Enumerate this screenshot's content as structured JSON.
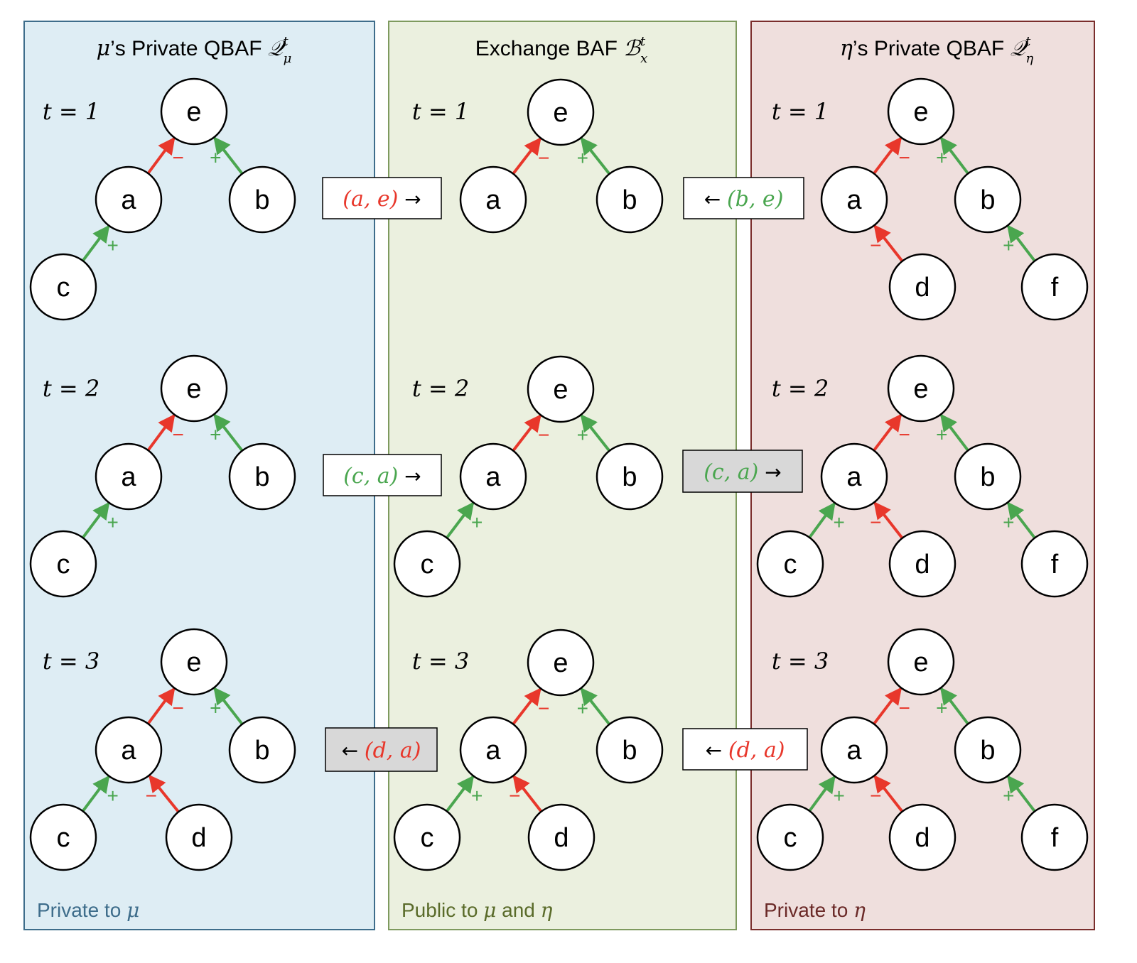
{
  "panels": [
    {
      "id": "mu",
      "title_prefix": "μ",
      "title_text": "’s Private QBAF ",
      "title_symbol": "𝒬",
      "title_sup": "t",
      "title_sub": "μ",
      "footer_text": "Private to ",
      "footer_symbol": "μ",
      "colors": {
        "fill": "#deedf4",
        "border": "#3e6d8b",
        "footer": "#3e6d8b"
      }
    },
    {
      "id": "exchange",
      "title_prefix": "",
      "title_text": "Exchange BAF ",
      "title_symbol": "ℬ",
      "title_sup": "t",
      "title_sub": "x",
      "footer_text": "Public to ",
      "footer_symbol": "μ",
      "footer_text2": " and ",
      "footer_symbol2": "η",
      "colors": {
        "fill": "#ebf0df",
        "border": "#7e9a5e",
        "footer": "#5a6b2a"
      }
    },
    {
      "id": "eta",
      "title_prefix": "η",
      "title_text": "’s Private QBAF ",
      "title_symbol": "𝒬",
      "title_sup": "t",
      "title_sub": "η",
      "footer_text": "Private to ",
      "footer_symbol": "η",
      "colors": {
        "fill": "#efdfdd",
        "border": "#7a2d2b",
        "footer": "#6b2a28"
      }
    }
  ],
  "steps": [
    "t = 1",
    "t = 2",
    "t = 3"
  ],
  "nodes": [
    "e",
    "a",
    "b",
    "c",
    "d",
    "f"
  ],
  "edge_colors": {
    "attack": "#e8372b",
    "support": "#4aa64f"
  },
  "signs": {
    "attack": "−",
    "support": "+"
  },
  "graphs": [
    [
      {
        "nodes": [
          "e",
          "a",
          "b",
          "c"
        ],
        "edges": [
          [
            "a",
            "e",
            "attack"
          ],
          [
            "b",
            "e",
            "support"
          ],
          [
            "c",
            "a",
            "support"
          ]
        ]
      },
      {
        "nodes": [
          "e",
          "a",
          "b"
        ],
        "edges": [
          [
            "a",
            "e",
            "attack"
          ],
          [
            "b",
            "e",
            "support"
          ]
        ]
      },
      {
        "nodes": [
          "e",
          "a",
          "b",
          "d",
          "f"
        ],
        "edges": [
          [
            "a",
            "e",
            "attack"
          ],
          [
            "b",
            "e",
            "support"
          ],
          [
            "d",
            "a",
            "attack"
          ],
          [
            "f",
            "b",
            "support"
          ]
        ]
      }
    ],
    [
      {
        "nodes": [
          "e",
          "a",
          "b",
          "c"
        ],
        "edges": [
          [
            "a",
            "e",
            "attack"
          ],
          [
            "b",
            "e",
            "support"
          ],
          [
            "c",
            "a",
            "support"
          ]
        ]
      },
      {
        "nodes": [
          "e",
          "a",
          "b",
          "c"
        ],
        "edges": [
          [
            "a",
            "e",
            "attack"
          ],
          [
            "b",
            "e",
            "support"
          ],
          [
            "c",
            "a",
            "support"
          ]
        ]
      },
      {
        "nodes": [
          "e",
          "a",
          "b",
          "c",
          "d",
          "f"
        ],
        "edges": [
          [
            "a",
            "e",
            "attack"
          ],
          [
            "b",
            "e",
            "support"
          ],
          [
            "c",
            "a",
            "support"
          ],
          [
            "d",
            "a",
            "attack"
          ],
          [
            "f",
            "b",
            "support"
          ]
        ]
      }
    ],
    [
      {
        "nodes": [
          "e",
          "a",
          "b",
          "c",
          "d"
        ],
        "edges": [
          [
            "a",
            "e",
            "attack"
          ],
          [
            "b",
            "e",
            "support"
          ],
          [
            "c",
            "a",
            "support"
          ],
          [
            "d",
            "a",
            "attack"
          ]
        ]
      },
      {
        "nodes": [
          "e",
          "a",
          "b",
          "c",
          "d"
        ],
        "edges": [
          [
            "a",
            "e",
            "attack"
          ],
          [
            "b",
            "e",
            "support"
          ],
          [
            "c",
            "a",
            "support"
          ],
          [
            "d",
            "a",
            "attack"
          ]
        ]
      },
      {
        "nodes": [
          "e",
          "a",
          "b",
          "c",
          "d",
          "f"
        ],
        "edges": [
          [
            "a",
            "e",
            "attack"
          ],
          [
            "b",
            "e",
            "support"
          ],
          [
            "c",
            "a",
            "support"
          ],
          [
            "d",
            "a",
            "attack"
          ],
          [
            "f",
            "b",
            "support"
          ]
        ]
      }
    ]
  ],
  "messages": [
    [
      {
        "text": "(a, e)",
        "arrow": "→",
        "arrow_side": "right",
        "kind": "attack",
        "shaded": false
      },
      {
        "text": "(b, e)",
        "arrow": "←",
        "arrow_side": "left",
        "kind": "support",
        "shaded": false
      }
    ],
    [
      {
        "text": "(c, a)",
        "arrow": "→",
        "arrow_side": "right",
        "kind": "support",
        "shaded": false
      },
      {
        "text": "(c, a)",
        "arrow": "→",
        "arrow_side": "right",
        "kind": "support",
        "shaded": true
      }
    ],
    [
      {
        "text": "(d, a)",
        "arrow": "←",
        "arrow_side": "left",
        "kind": "attack",
        "shaded": true
      },
      {
        "text": "(d, a)",
        "arrow": "←",
        "arrow_side": "left",
        "kind": "attack",
        "shaded": false
      }
    ]
  ],
  "message_colors": {
    "box_fill": "#ffffff",
    "box_shaded_fill": "#d8d8d8",
    "box_border": "#000000"
  }
}
